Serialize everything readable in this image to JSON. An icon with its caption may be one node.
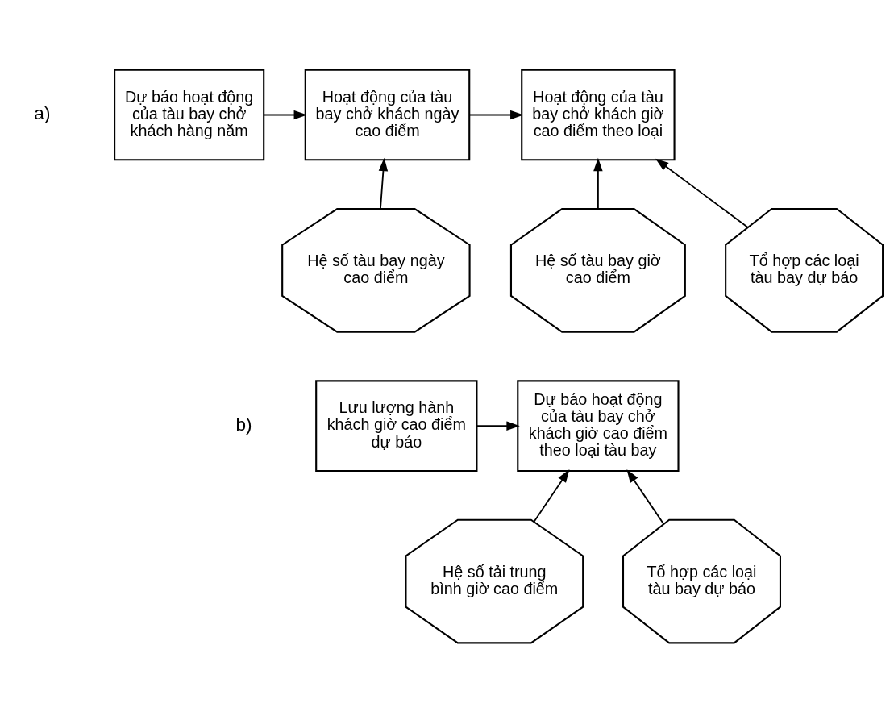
{
  "diagram": {
    "nodes": [
      {
        "text": [
          "Dự báo hoạt động của tàu bay chở khách hàng năm"
        ]
      },
      {
        "text": [
          "Hoạt động của tàu bay chở khách ngày cao điểm"
        ]
      },
      {
        "text": [
          "Hoạt động của tàu bay chở khách giờ cao điểm theo loại"
        ]
      },
      {
        "text": [
          "Hệ số tàu bay ngày cao điểm"
        ]
      },
      {
        "text": [
          "Hệ số tàu bay giờ cao điểm"
        ]
      },
      {
        "text": [
          "Tổ hợp các loại tàu bay dự báo"
        ]
      },
      {
        "text": [
          "Lưu lượng hành khách giờ cao điểm dự báo"
        ]
      },
      {
        "text": [
          "Dự báo hoạt động của tàu bay chở khách giờ cao điểm theo loại tàu bay"
        ]
      },
      {
        "text": [
          "Hệ số tải trung bình giờ cao điểm"
        ]
      },
      {
        "text": [
          "Tổ hợp các loại tàu bay dự báo"
        ]
      }
    ],
    "edges": [
      {
        "from": 0,
        "to": 1,
        "arrow": "to"
      },
      {
        "from": 3,
        "to": 1,
        "arrow": "to"
      },
      {
        "from": 1,
        "to": 2,
        "arrow": "to"
      },
      {
        "from": 4,
        "to": 2,
        "arrow": "to"
      },
      {
        "from": 5,
        "to": 2,
        "arrow": "to"
      },
      {
        "from": 6,
        "to": 7,
        "arrow": "to"
      },
      {
        "from": 8,
        "to": 7,
        "arrow": "to"
      },
      {
        "from": 9,
        "to": 7,
        "arrow": "to"
      }
    ],
    "labels": [
      "a)",
      "b)"
    ]
  }
}
